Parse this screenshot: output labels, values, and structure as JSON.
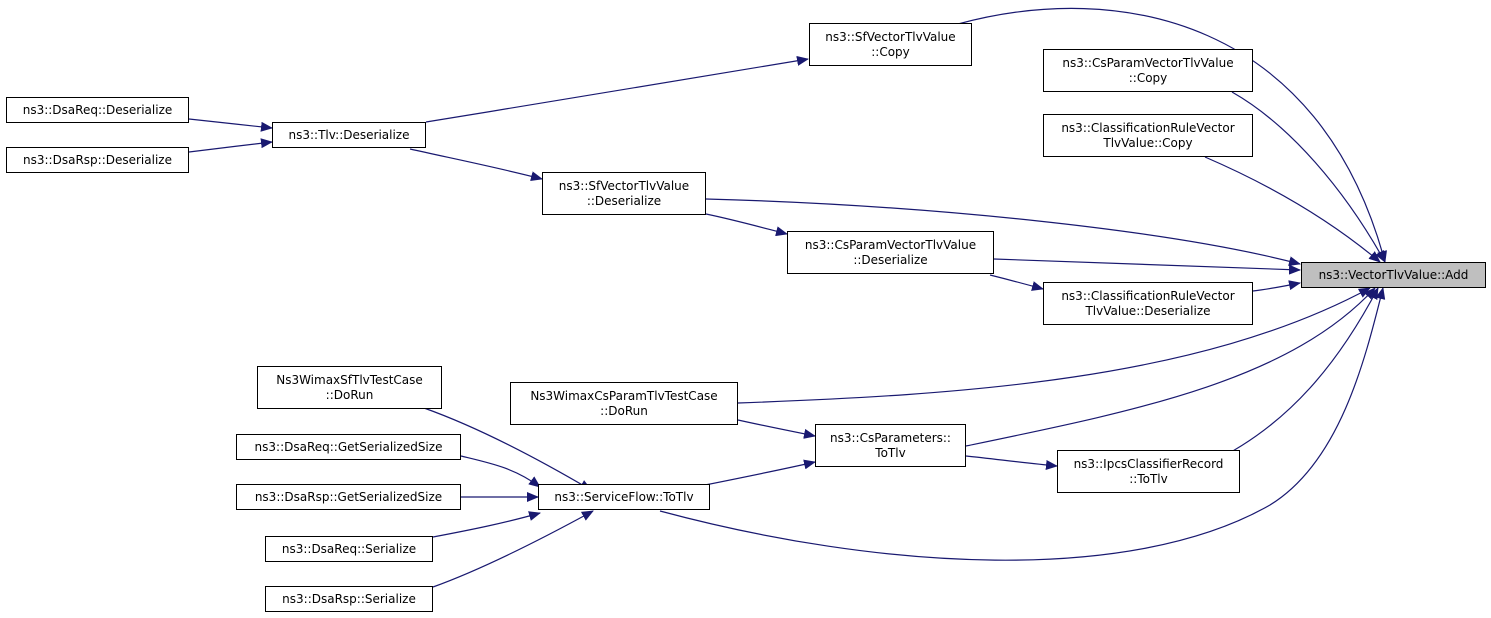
{
  "diagram": {
    "colors": {
      "edge": "#191970",
      "node_border": "#000000",
      "node_fill": "#ffffff",
      "target_fill": "#bfbfbf"
    },
    "target": {
      "label": "ns3::VectorTlvValue::Add"
    },
    "nodes": {
      "sf_copy": {
        "line1": "ns3::SfVectorTlvValue",
        "line2": "::Copy"
      },
      "cs_copy": {
        "line1": "ns3::CsParamVectorTlvValue",
        "line2": "::Copy"
      },
      "class_copy": {
        "line1": "ns3::ClassificationRuleVector",
        "line2": "TlvValue::Copy"
      },
      "dsareq_deser": {
        "line1": "ns3::DsaReq::Deserialize"
      },
      "dsarsp_deser": {
        "line1": "ns3::DsaRsp::Deserialize"
      },
      "tlv_deser": {
        "line1": "ns3::Tlv::Deserialize"
      },
      "sf_deser": {
        "line1": "ns3::SfVectorTlvValue",
        "line2": "::Deserialize"
      },
      "cs_deser": {
        "line1": "ns3::CsParamVectorTlvValue",
        "line2": "::Deserialize"
      },
      "class_deser": {
        "line1": "ns3::ClassificationRuleVector",
        "line2": "TlvValue::Deserialize"
      },
      "sf_test": {
        "line1": "Ns3WimaxSfTlvTestCase",
        "line2": "::DoRun"
      },
      "cs_test": {
        "line1": "Ns3WimaxCsParamTlvTestCase",
        "line2": "::DoRun"
      },
      "csparams_totlv": {
        "line1": "ns3::CsParameters::",
        "line2": "ToTlv"
      },
      "ipcs_totlv": {
        "line1": "ns3::IpcsClassifierRecord",
        "line2": "::ToTlv"
      },
      "dsareq_size": {
        "line1": "ns3::DsaReq::GetSerializedSize"
      },
      "dsarsp_size": {
        "line1": "ns3::DsaRsp::GetSerializedSize"
      },
      "sflow_totlv": {
        "line1": "ns3::ServiceFlow::ToTlv"
      },
      "dsareq_ser": {
        "line1": "ns3::DsaReq::Serialize"
      },
      "dsarsp_ser": {
        "line1": "ns3::DsaRsp::Serialize"
      }
    }
  }
}
